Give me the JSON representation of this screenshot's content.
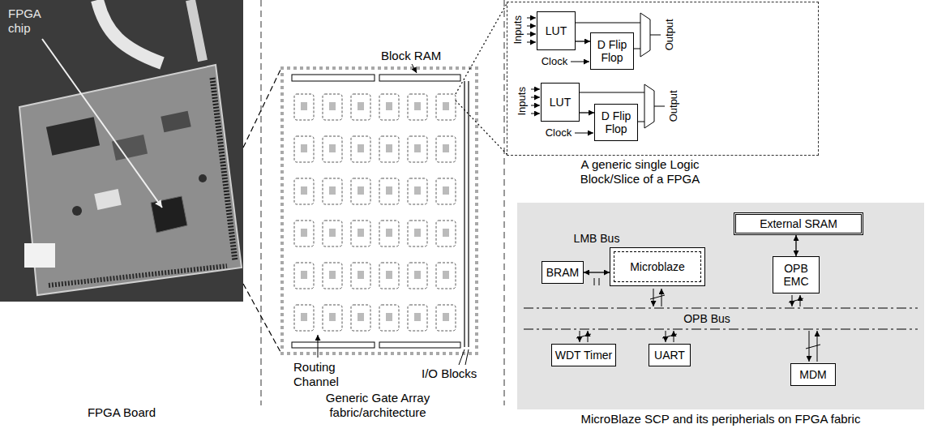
{
  "diagram": {
    "nodes": [
      {
        "text": [
          "A generic single Logic Block/Slice of a FPGA"
        ]
      },
      {
        "text": [
          "LUT"
        ],
        "in": 0
      },
      {
        "text": [
          "D Flip Flop"
        ],
        "in": 0
      },
      {
        "text": [
          "LUT"
        ],
        "in": 0
      },
      {
        "text": [
          "D Flip Flop"
        ],
        "in": 0
      },
      {
        "text": [
          "MicroBlaze SCP and its peripherials on FPGA fabric"
        ]
      },
      {
        "text": [
          "External SRAM"
        ],
        "in": 5
      },
      {
        "text": [
          "BRAM"
        ],
        "in": 5
      },
      {
        "text": [
          "Microblaze"
        ],
        "in": 5
      },
      {
        "text": [
          "OPB EMC"
        ],
        "in": 5
      },
      {
        "text": [
          "WDT Timer"
        ],
        "in": 5
      },
      {
        "text": [
          "UART"
        ],
        "in": 5
      },
      {
        "text": [
          "MDM"
        ],
        "in": 5
      }
    ],
    "edges": [
      {
        "from": 1,
        "to": 2,
        "arrow": "to"
      },
      {
        "from": 3,
        "to": 4,
        "arrow": "to"
      },
      {
        "from": 7,
        "to": 8,
        "label": "LMB Bus",
        "arrow": "both"
      },
      {
        "from": 6,
        "to": 9,
        "arrow": "both"
      }
    ],
    "labels": [
      "FPGA chip",
      "Block RAM",
      "Inputs",
      "Clock",
      "Output",
      "Inputs",
      "Clock",
      "Output",
      "Routing Channel",
      "I/O Blocks",
      "FPGA Board",
      "Generic Gate Array fabric/architecture",
      "OPB Bus"
    ]
  }
}
